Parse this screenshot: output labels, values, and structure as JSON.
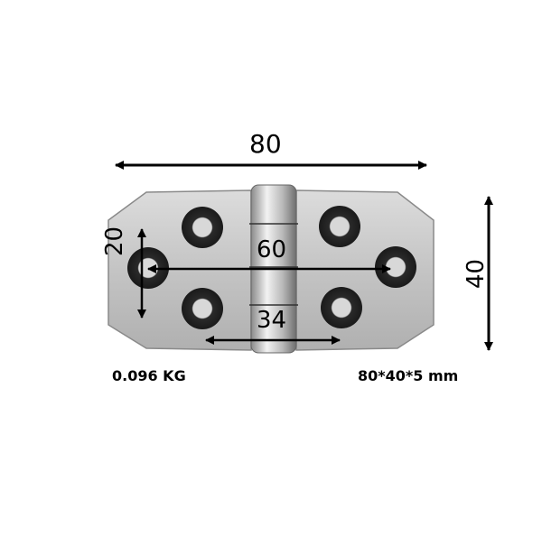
{
  "diagram": {
    "subject": "stainless steel hinge",
    "dimensions": {
      "overall_length": "80",
      "overall_width": "40",
      "hole_spacing_horizontal": "60",
      "hole_spacing_vertical": "20",
      "knuckle_span": "34"
    },
    "specs": {
      "weight": "0.096 KG",
      "size": "80*40*5 mm"
    },
    "colors": {
      "background": "#ffffff",
      "metal": "#c8c8c8",
      "metal_highlight": "#e8e8e8",
      "hole": "#222222",
      "arrow": "#000000"
    }
  }
}
